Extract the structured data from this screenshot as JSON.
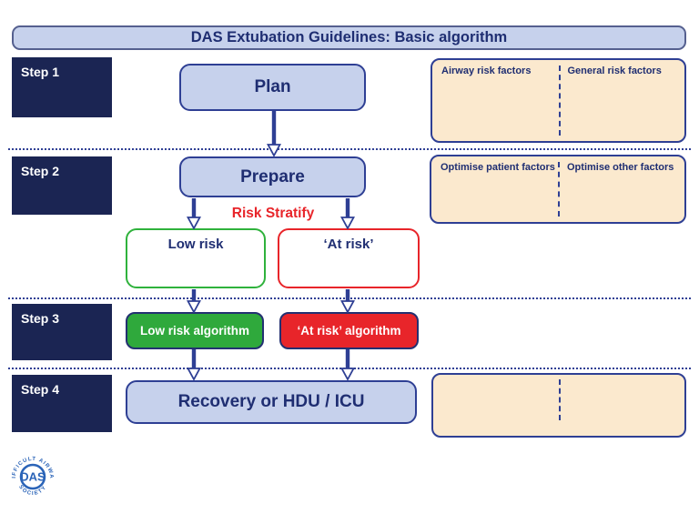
{
  "title": "DAS Extubation Guidelines: Basic algorithm",
  "steps": [
    {
      "label": "Step 1"
    },
    {
      "label": "Step 2"
    },
    {
      "label": "Step 3"
    },
    {
      "label": "Step 4"
    }
  ],
  "flow": {
    "plan": "Plan",
    "prepare": "Prepare",
    "risk_stratify": "Risk Stratify",
    "low_risk": "Low risk",
    "at_risk": "‘At risk’",
    "low_risk_algorithm": "Low risk algorithm",
    "at_risk_algorithm": "‘At risk’ algorithm",
    "recovery": "Recovery or HDU / ICU"
  },
  "panels": {
    "risk_factors": {
      "left": "Airway risk factors",
      "right": "General risk factors"
    },
    "optimise": {
      "left": "Optimise patient factors",
      "right": "Optimise other factors"
    }
  },
  "logo": {
    "acronym": "DAS",
    "arc_top": "DIFFICULT AIRWAY",
    "arc_bottom": "SOCIETY"
  },
  "colors": {
    "navy_fill": "#1B2553",
    "navy_border": "#2E3F94",
    "navy_text": "#1F2E72",
    "light_blue": "#C6D1EC",
    "tan": "#FBE9CE",
    "green": "#2FA93C",
    "red": "#E8252A",
    "logo_blue": "#2B64B8"
  }
}
